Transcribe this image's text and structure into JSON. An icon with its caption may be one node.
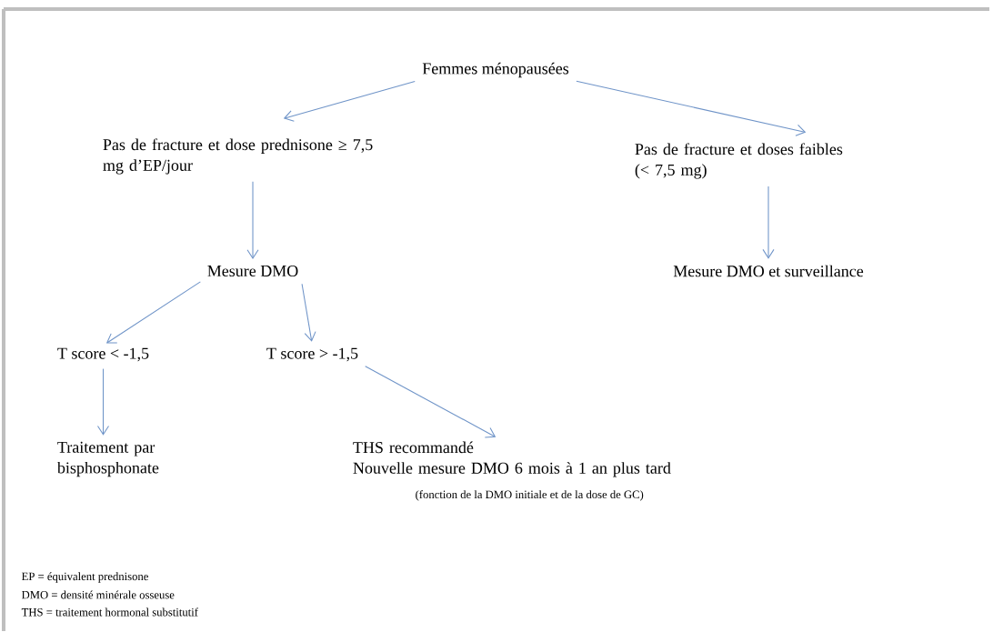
{
  "diagram": {
    "nodes": [
      {
        "text": [
          "Femmes ménopausées"
        ]
      },
      {
        "text": [
          "Pas de fracture et dose prednisone ≥ 7,5 mg d’EP/jour"
        ]
      },
      {
        "text": [
          "Pas de fracture et doses faibles (< 7,5 mg)"
        ]
      },
      {
        "text": [
          "Mesure DMO"
        ]
      },
      {
        "text": [
          "Mesure DMO et surveillance"
        ]
      },
      {
        "text": [
          "T score < -1,5"
        ]
      },
      {
        "text": [
          "T score > -1,5"
        ]
      },
      {
        "text": [
          "Traitement par bisphosphonate"
        ]
      },
      {
        "text": [
          "THS recommandé",
          "Nouvelle mesure DMO 6 mois à 1 an plus tard"
        ],
        "beside": [
          "(fonction de la DMO initiale et de la dose de GC)"
        ]
      }
    ],
    "edges": [
      {
        "from": 0,
        "to": 1,
        "arrow": "to"
      },
      {
        "from": 0,
        "to": 2,
        "arrow": "to"
      },
      {
        "from": 1,
        "to": 3,
        "arrow": "to"
      },
      {
        "from": 2,
        "to": 4,
        "arrow": "to"
      },
      {
        "from": 3,
        "to": 5,
        "arrow": "to"
      },
      {
        "from": 3,
        "to": 6,
        "arrow": "to"
      },
      {
        "from": 5,
        "to": 7,
        "arrow": "to"
      },
      {
        "from": 6,
        "to": 8,
        "arrow": "to"
      }
    ],
    "labels": [
      "EP = équivalent prednisone",
      "DMO = densité minérale osseuse",
      "THS = traitement hormonal substitutif"
    ]
  }
}
